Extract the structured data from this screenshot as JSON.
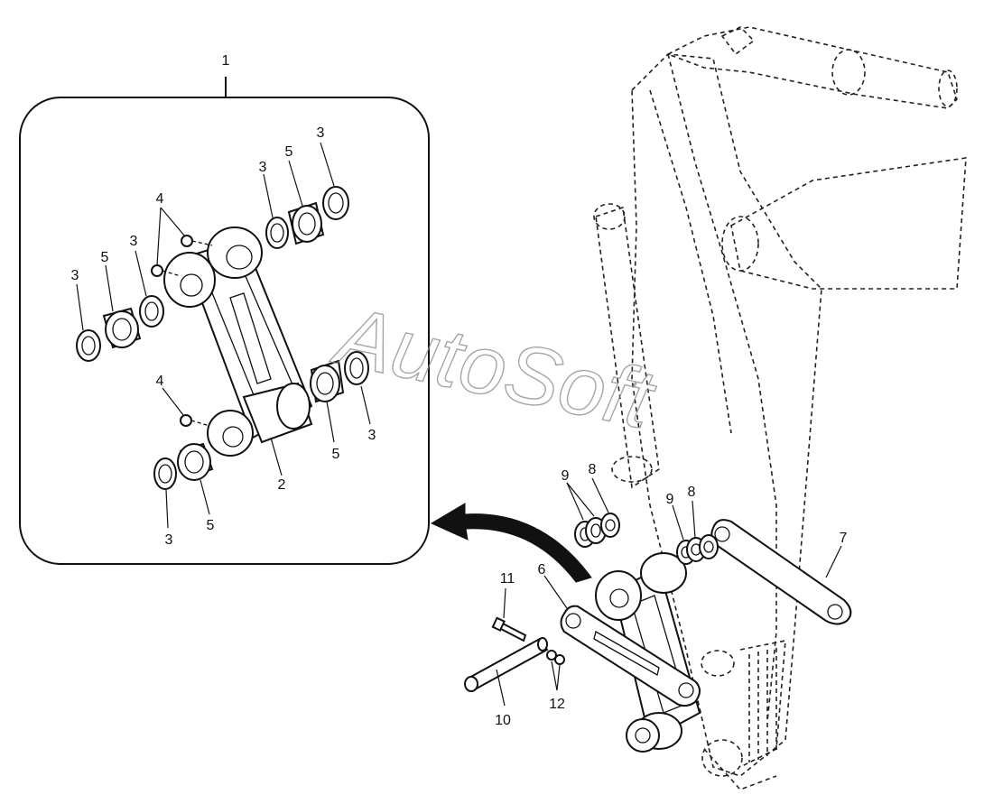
{
  "callouts": {
    "c1": "1",
    "c2": "2",
    "c3": "3",
    "c4": "4",
    "c5": "5",
    "c6": "6",
    "c7": "7",
    "c8": "8",
    "c9": "9",
    "c10": "10",
    "c11": "11",
    "c12": "12"
  },
  "watermark": "AutoSoft",
  "icons": {
    "arrow": "curved-arrow-icon"
  },
  "colors": {
    "line": "#111111",
    "background": "#ffffff",
    "watermark": "#888888"
  }
}
